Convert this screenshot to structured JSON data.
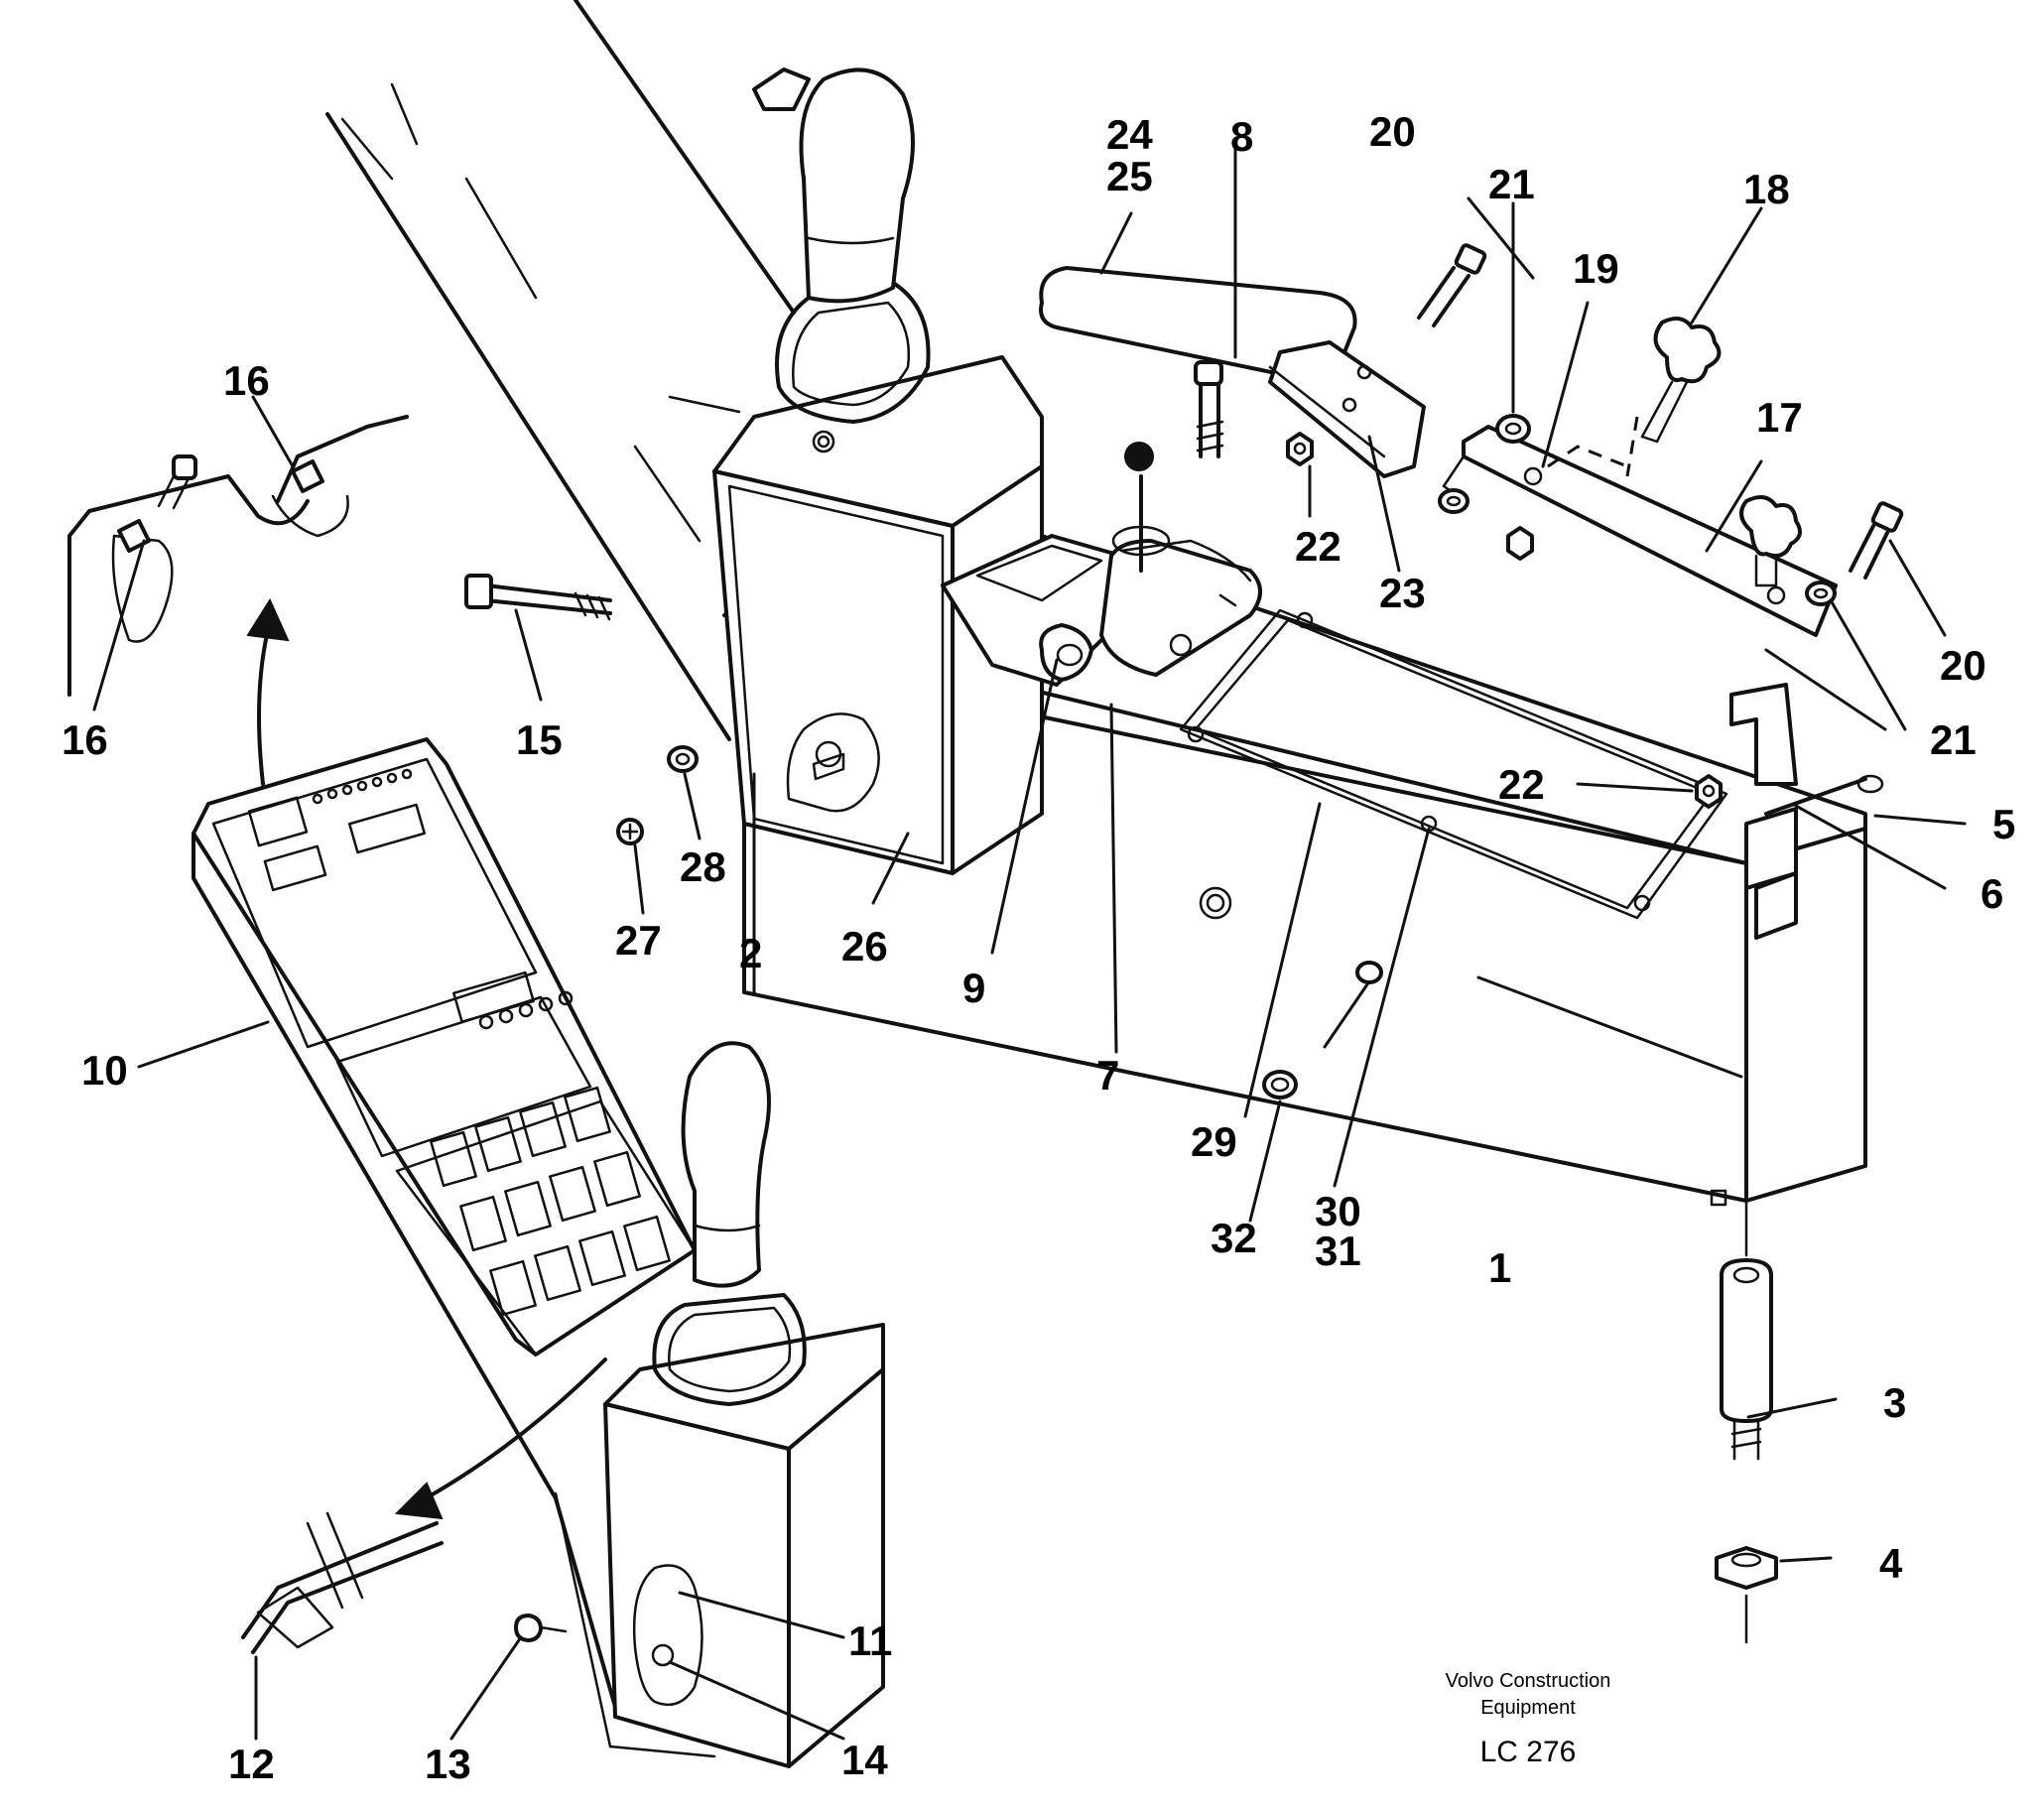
{
  "callouts": [
    {
      "id": "c1",
      "text": "1"
    },
    {
      "id": "c2",
      "text": "2"
    },
    {
      "id": "c3",
      "text": "3"
    },
    {
      "id": "c4",
      "text": "4"
    },
    {
      "id": "c5",
      "text": "5"
    },
    {
      "id": "c6",
      "text": "6"
    },
    {
      "id": "c7",
      "text": "7"
    },
    {
      "id": "c8",
      "text": "8"
    },
    {
      "id": "c9",
      "text": "9"
    },
    {
      "id": "c10",
      "text": "10"
    },
    {
      "id": "c11",
      "text": "11"
    },
    {
      "id": "c12",
      "text": "12"
    },
    {
      "id": "c13",
      "text": "13"
    },
    {
      "id": "c14",
      "text": "14"
    },
    {
      "id": "c15",
      "text": "15"
    },
    {
      "id": "c16a",
      "text": "16"
    },
    {
      "id": "c16b",
      "text": "16"
    },
    {
      "id": "c17",
      "text": "17"
    },
    {
      "id": "c18",
      "text": "18"
    },
    {
      "id": "c19",
      "text": "19"
    },
    {
      "id": "c20a",
      "text": "20"
    },
    {
      "id": "c20b",
      "text": "20"
    },
    {
      "id": "c21a",
      "text": "21"
    },
    {
      "id": "c21b",
      "text": "21"
    },
    {
      "id": "c22a",
      "text": "22"
    },
    {
      "id": "c22b",
      "text": "22"
    },
    {
      "id": "c23",
      "text": "23"
    },
    {
      "id": "c24",
      "text": "24"
    },
    {
      "id": "c25",
      "text": "25"
    },
    {
      "id": "c26",
      "text": "26"
    },
    {
      "id": "c27",
      "text": "27"
    },
    {
      "id": "c28",
      "text": "28"
    },
    {
      "id": "c29",
      "text": "29"
    },
    {
      "id": "c30",
      "text": "30"
    },
    {
      "id": "c31",
      "text": "31"
    },
    {
      "id": "c32",
      "text": "32"
    }
  ],
  "footer": {
    "company_line1": "Volvo Construction",
    "company_line2": "Equipment",
    "code": "LC 276"
  }
}
